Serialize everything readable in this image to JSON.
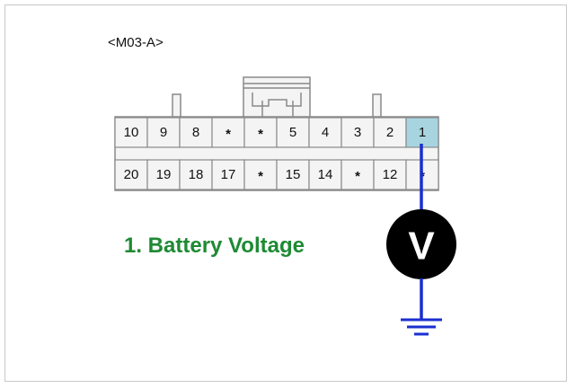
{
  "connector": {
    "label": "<M03-A>",
    "top_row": [
      "10",
      "9",
      "8",
      "*",
      "*",
      "5",
      "4",
      "3",
      "2",
      "1"
    ],
    "bottom_row": [
      "20",
      "19",
      "18",
      "17",
      "*",
      "15",
      "14",
      "*",
      "12",
      "*"
    ],
    "highlighted_pin": "1",
    "highlight_color": "#a8d4e0"
  },
  "meter": {
    "symbol": "V"
  },
  "caption": "1. Battery Voltage",
  "colors": {
    "wire": "#1a2fd0",
    "caption": "#1e8a33",
    "cell_fill": "#f4f4f4",
    "cell_border": "#8a8a8a"
  }
}
